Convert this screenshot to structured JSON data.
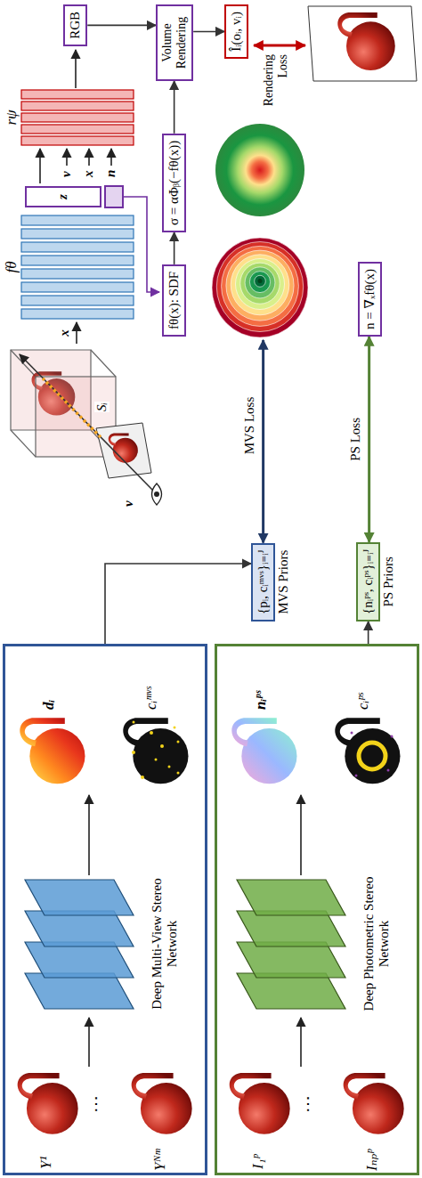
{
  "diagram": {
    "nodes": [
      {
        "text": [
          "Y¹",
          "⋯",
          "Yᴺᵐ",
          "Deep Multi-View Stereo Network",
          "dᵢ",
          "cᵢᵐᵛˢ"
        ]
      },
      {
        "text": [
          "I₁ᵖ",
          "⋯",
          "Iₙₚᵖ",
          "Deep Photometric Stereo Network",
          "nᵢᵖˢ",
          "cᵢᵖˢ"
        ]
      },
      {
        "text": [
          "{pᵢ, cᵢᵐᵛˢ}ᵢ₌ᵢᴶ",
          "MVS Priors"
        ]
      },
      {
        "text": [
          "{nᵢᵖˢ, cᵢᵖˢ}ᵢ₌ᵢᴶ",
          "PS Priors"
        ]
      },
      {
        "text": [
          "fθ(x): SDF"
        ]
      },
      {
        "text": [
          "σ = αΦᵦ(−fθ(x))"
        ]
      },
      {
        "text": [
          "n = ∇ₓfθ(x)"
        ]
      },
      {
        "text": [
          "z"
        ]
      },
      {
        "text": [
          "RGB"
        ]
      },
      {
        "text": [
          "Volume Rendering"
        ]
      },
      {
        "text": [
          "Îᵢ(oᵢ, vᵢ)"
        ]
      }
    ],
    "edges": [
      {
        "from": 0,
        "to": 2,
        "arrow": "to"
      },
      {
        "from": 1,
        "to": 3,
        "arrow": "to"
      },
      {
        "from": 3,
        "to": 6,
        "label": "PS Loss",
        "arrow": "both"
      },
      {
        "from": 4,
        "to": 5,
        "arrow": "to"
      },
      {
        "from": 5,
        "to": 9,
        "arrow": "to"
      },
      {
        "from": 8,
        "to": 9,
        "arrow": "to"
      },
      {
        "from": 9,
        "to": 10,
        "arrow": "to"
      }
    ],
    "labels": [
      "fθ",
      "rψ",
      "x",
      "v",
      "x",
      "n",
      "Sᵢ",
      "v",
      "MVS Loss",
      "Rendering Loss"
    ]
  }
}
